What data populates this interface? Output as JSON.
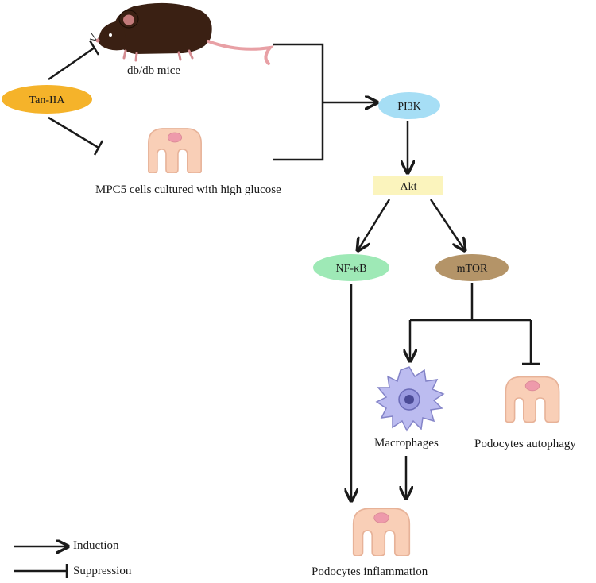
{
  "nodes": {
    "tan_iia": "Tan-IIA",
    "pi3k": "PI3K",
    "akt": "Akt",
    "nfkb": "NF-κB",
    "mtor": "mTOR"
  },
  "labels": {
    "mice": "db/db mice",
    "mpc5": "MPC5 cells cultured with high glucose",
    "macrophages": "Macrophages",
    "autophagy": "Podocytes autophagy",
    "inflammation": "Podocytes inflammation"
  },
  "legend": {
    "induction": "Induction",
    "suppression": "Suppression"
  },
  "colors": {
    "tan_iia": "#f5b32a",
    "pi3k": "#a6def5",
    "akt": "#fbf4bd",
    "nfkb": "#9ee9b6",
    "mtor": "#b49468",
    "cell_body": "#f9cfb7",
    "cell_nucleus": "#ee9aab",
    "macrophage": "#bcbcf0",
    "mouse": "#3a2013",
    "line": "#1a1a1a"
  },
  "icons": [
    "mouse-icon",
    "podocyte-cell-icon",
    "macrophage-icon"
  ]
}
